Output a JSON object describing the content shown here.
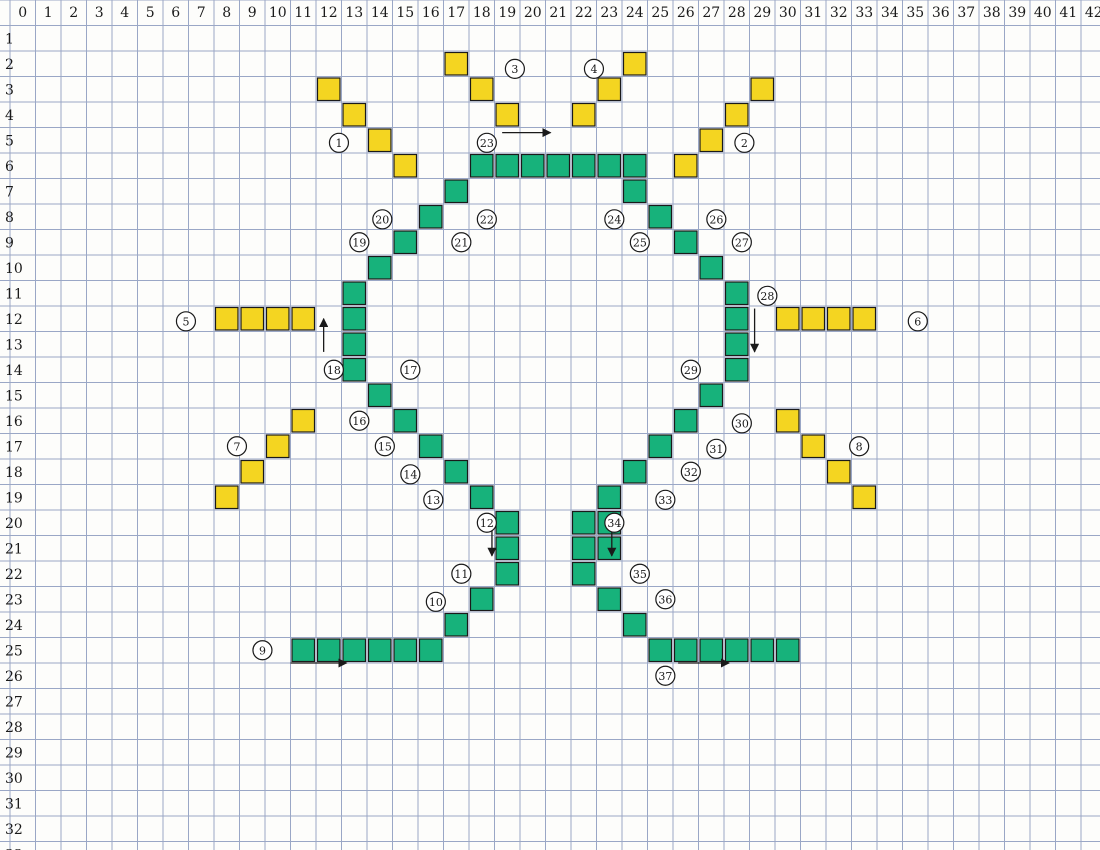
{
  "column_numbers": [
    "0",
    "1",
    "2",
    "3",
    "4",
    "5",
    "6",
    "7",
    "8",
    "9",
    "10",
    "11",
    "12",
    "13",
    "14",
    "15",
    "16",
    "17",
    "18",
    "19",
    "20",
    "21",
    "22",
    "23",
    "24",
    "25",
    "26",
    "27",
    "28",
    "29",
    "30",
    "31",
    "32",
    "33",
    "34",
    "35",
    "36",
    "37",
    "38",
    "39",
    "40",
    "41",
    "42"
  ],
  "row_numbers": [
    "1",
    "2",
    "3",
    "4",
    "5",
    "6",
    "7",
    "8",
    "9",
    "10",
    "11",
    "12",
    "13",
    "14",
    "15",
    "16",
    "17",
    "18",
    "19",
    "20",
    "21",
    "22",
    "23",
    "24",
    "25",
    "26",
    "27",
    "28",
    "29",
    "30",
    "31",
    "32",
    "33"
  ],
  "colors": {
    "yellow": "#f4d521",
    "green": "#17b27b",
    "grid": "#9aa7c6",
    "ink": "#1a1a1a"
  },
  "yellow_cells": [
    [
      12,
      3
    ],
    [
      13,
      4
    ],
    [
      14,
      5
    ],
    [
      15,
      6
    ],
    [
      17,
      2
    ],
    [
      18,
      3
    ],
    [
      19,
      4
    ],
    [
      24,
      2
    ],
    [
      23,
      3
    ],
    [
      22,
      4
    ],
    [
      29,
      3
    ],
    [
      28,
      4
    ],
    [
      27,
      5
    ],
    [
      26,
      6
    ],
    [
      8,
      12
    ],
    [
      9,
      12
    ],
    [
      10,
      12
    ],
    [
      11,
      12
    ],
    [
      30,
      12
    ],
    [
      31,
      12
    ],
    [
      32,
      12
    ],
    [
      33,
      12
    ],
    [
      11,
      16
    ],
    [
      10,
      17
    ],
    [
      9,
      18
    ],
    [
      8,
      19
    ],
    [
      30,
      16
    ],
    [
      31,
      17
    ],
    [
      32,
      18
    ],
    [
      33,
      19
    ]
  ],
  "green_cells": [
    [
      18,
      6
    ],
    [
      19,
      6
    ],
    [
      20,
      6
    ],
    [
      21,
      6
    ],
    [
      22,
      6
    ],
    [
      23,
      6
    ],
    [
      24,
      6
    ],
    [
      17,
      7
    ],
    [
      16,
      8
    ],
    [
      15,
      9
    ],
    [
      14,
      10
    ],
    [
      13,
      11
    ],
    [
      13,
      12
    ],
    [
      13,
      13
    ],
    [
      13,
      14
    ],
    [
      14,
      15
    ],
    [
      15,
      16
    ],
    [
      16,
      17
    ],
    [
      17,
      18
    ],
    [
      18,
      19
    ],
    [
      19,
      20
    ],
    [
      19,
      21
    ],
    [
      19,
      22
    ],
    [
      18,
      23
    ],
    [
      17,
      24
    ],
    [
      11,
      25
    ],
    [
      12,
      25
    ],
    [
      13,
      25
    ],
    [
      14,
      25
    ],
    [
      15,
      25
    ],
    [
      16,
      25
    ],
    [
      24,
      7
    ],
    [
      25,
      8
    ],
    [
      26,
      9
    ],
    [
      27,
      10
    ],
    [
      28,
      11
    ],
    [
      28,
      12
    ],
    [
      28,
      13
    ],
    [
      28,
      14
    ],
    [
      27,
      15
    ],
    [
      26,
      16
    ],
    [
      25,
      17
    ],
    [
      24,
      18
    ],
    [
      23,
      19
    ],
    [
      22,
      20
    ],
    [
      22,
      21
    ],
    [
      22,
      22
    ],
    [
      23,
      20
    ],
    [
      23,
      21
    ],
    [
      23,
      23
    ],
    [
      24,
      24
    ],
    [
      25,
      25
    ],
    [
      26,
      25
    ],
    [
      27,
      25
    ],
    [
      28,
      25
    ],
    [
      29,
      25
    ],
    [
      30,
      25
    ]
  ],
  "step_labels": [
    {
      "text": "1",
      "col": 12.4,
      "row": 5.1
    },
    {
      "text": "2",
      "col": 28.3,
      "row": 5.1
    },
    {
      "text": "3",
      "col": 19.3,
      "row": 2.2
    },
    {
      "text": "4",
      "col": 22.4,
      "row": 2.2
    },
    {
      "text": "5",
      "col": 6.4,
      "row": 12.1
    },
    {
      "text": "6",
      "col": 35.1,
      "row": 12.1
    },
    {
      "text": "7",
      "col": 8.4,
      "row": 17.0
    },
    {
      "text": "8",
      "col": 32.8,
      "row": 17.0
    },
    {
      "text": "9",
      "col": 9.4,
      "row": 25.0
    },
    {
      "text": "10",
      "col": 16.2,
      "row": 23.1
    },
    {
      "text": "11",
      "col": 17.2,
      "row": 22.0
    },
    {
      "text": "12",
      "col": 18.2,
      "row": 20.0
    },
    {
      "text": "13",
      "col": 16.1,
      "row": 19.1
    },
    {
      "text": "14",
      "col": 15.2,
      "row": 18.1
    },
    {
      "text": "15",
      "col": 14.2,
      "row": 17.0
    },
    {
      "text": "16",
      "col": 13.2,
      "row": 16.0
    },
    {
      "text": "17",
      "col": 15.2,
      "row": 14.0
    },
    {
      "text": "18",
      "col": 12.2,
      "row": 14.0
    },
    {
      "text": "19",
      "col": 13.2,
      "row": 9.0
    },
    {
      "text": "20",
      "col": 14.1,
      "row": 8.1
    },
    {
      "text": "21",
      "col": 17.2,
      "row": 9.0
    },
    {
      "text": "22",
      "col": 18.2,
      "row": 8.1
    },
    {
      "text": "23",
      "col": 18.2,
      "row": 5.1
    },
    {
      "text": "24",
      "col": 23.2,
      "row": 8.1
    },
    {
      "text": "25",
      "col": 24.2,
      "row": 9.0
    },
    {
      "text": "26",
      "col": 27.2,
      "row": 8.1
    },
    {
      "text": "27",
      "col": 28.2,
      "row": 9.0
    },
    {
      "text": "28",
      "col": 29.2,
      "row": 11.1
    },
    {
      "text": "29",
      "col": 26.2,
      "row": 14.0
    },
    {
      "text": "30",
      "col": 28.2,
      "row": 16.1
    },
    {
      "text": "31",
      "col": 27.2,
      "row": 17.1
    },
    {
      "text": "32",
      "col": 26.2,
      "row": 18.0
    },
    {
      "text": "33",
      "col": 25.2,
      "row": 19.1
    },
    {
      "text": "34",
      "col": 23.2,
      "row": 20.0
    },
    {
      "text": "35",
      "col": 24.2,
      "row": 22.0
    },
    {
      "text": "36",
      "col": 25.2,
      "row": 23.0
    },
    {
      "text": "37",
      "col": 25.2,
      "row": 26.0
    }
  ],
  "direction_arrows": [
    {
      "from": [
        19.3,
        5.2
      ],
      "to": [
        21.2,
        5.2
      ]
    },
    {
      "from": [
        12.3,
        13.8
      ],
      "to": [
        12.3,
        12.5
      ]
    },
    {
      "from": [
        29.2,
        12.1
      ],
      "to": [
        29.2,
        13.8
      ]
    },
    {
      "from": [
        18.9,
        20.6
      ],
      "to": [
        18.9,
        21.8
      ]
    },
    {
      "from": [
        23.6,
        20.6
      ],
      "to": [
        23.6,
        21.8
      ]
    },
    {
      "from": [
        11.0,
        26.0
      ],
      "to": [
        13.2,
        26.0
      ]
    },
    {
      "from": [
        26.2,
        26.0
      ],
      "to": [
        28.2,
        26.0
      ]
    }
  ]
}
